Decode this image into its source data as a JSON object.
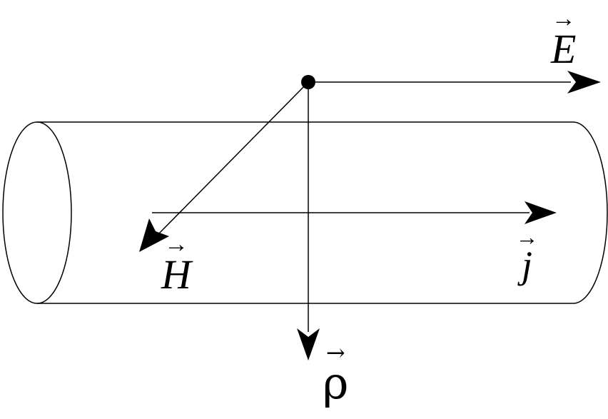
{
  "figure": {
    "labels": {
      "e_field": "E",
      "h_field": "H",
      "current": "j",
      "poynting": "ρ",
      "vector_mark": "→"
    },
    "colors": {
      "ink": "#000000",
      "background": "#ffffff"
    }
  }
}
